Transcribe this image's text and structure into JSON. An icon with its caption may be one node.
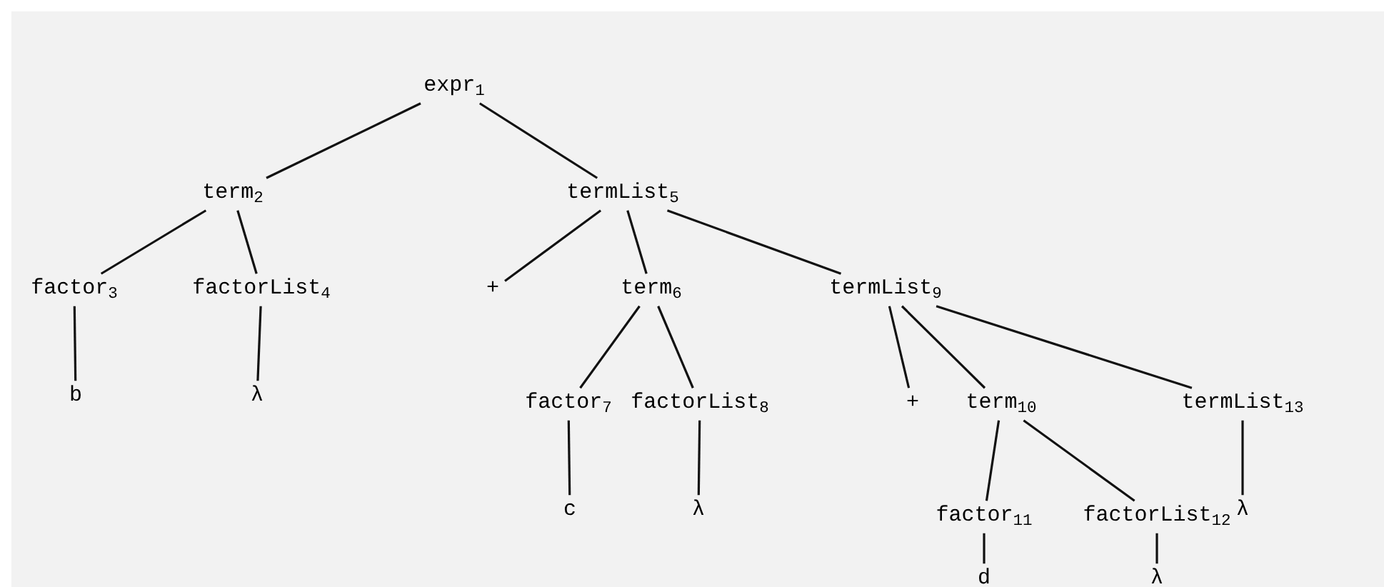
{
  "diagram": {
    "nodes": [
      {
        "text": [
          "expr$_{1}$"
        ]
      },
      {
        "text": [
          "term$_{2}$"
        ]
      },
      {
        "text": [
          "termList$_{5}$"
        ]
      },
      {
        "text": [
          "factor$_{3}$"
        ]
      },
      {
        "text": [
          "factorList$_{4}$"
        ]
      },
      {
        "text": [
          "b"
        ]
      },
      {
        "text": [
          "λ"
        ]
      },
      {
        "text": [
          "+"
        ]
      },
      {
        "text": [
          "term$_{6}$"
        ]
      },
      {
        "text": [
          "termList$_{9}$"
        ]
      },
      {
        "text": [
          "factor$_{7}$"
        ]
      },
      {
        "text": [
          "factorList$_{8}$"
        ]
      },
      {
        "text": [
          "c"
        ]
      },
      {
        "text": [
          "λ"
        ]
      },
      {
        "text": [
          "+"
        ]
      },
      {
        "text": [
          "term$_{10}$"
        ]
      },
      {
        "text": [
          "termList$_{13}$"
        ]
      },
      {
        "text": [
          "factor$_{11}$"
        ]
      },
      {
        "text": [
          "factorList$_{12}$"
        ]
      },
      {
        "text": [
          "λ"
        ]
      },
      {
        "text": [
          "d"
        ]
      },
      {
        "text": [
          "λ"
        ]
      }
    ],
    "edges": [
      {
        "from": 0,
        "to": 1,
        "arrow": "none"
      },
      {
        "from": 0,
        "to": 2,
        "arrow": "none"
      },
      {
        "from": 1,
        "to": 3,
        "arrow": "none"
      },
      {
        "from": 1,
        "to": 4,
        "arrow": "none"
      },
      {
        "from": 3,
        "to": 5,
        "arrow": "none"
      },
      {
        "from": 4,
        "to": 6,
        "arrow": "none"
      },
      {
        "from": 2,
        "to": 7,
        "arrow": "none"
      },
      {
        "from": 2,
        "to": 8,
        "arrow": "none"
      },
      {
        "from": 2,
        "to": 9,
        "arrow": "none"
      },
      {
        "from": 8,
        "to": 10,
        "arrow": "none"
      },
      {
        "from": 8,
        "to": 11,
        "arrow": "none"
      },
      {
        "from": 10,
        "to": 12,
        "arrow": "none"
      },
      {
        "from": 11,
        "to": 13,
        "arrow": "none"
      },
      {
        "from": 9,
        "to": 14,
        "arrow": "none"
      },
      {
        "from": 9,
        "to": 15,
        "arrow": "none"
      },
      {
        "from": 9,
        "to": 16,
        "arrow": "none"
      },
      {
        "from": 15,
        "to": 17,
        "arrow": "none"
      },
      {
        "from": 15,
        "to": 18,
        "arrow": "none"
      },
      {
        "from": 16,
        "to": 19,
        "arrow": "none"
      },
      {
        "from": 17,
        "to": 20,
        "arrow": "none"
      },
      {
        "from": 18,
        "to": 21,
        "arrow": "none"
      }
    ]
  }
}
